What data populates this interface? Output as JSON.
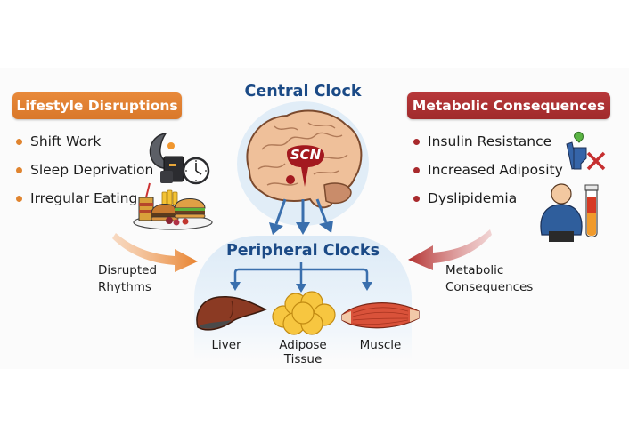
{
  "colors": {
    "lifestyle_accent": "#e0842f",
    "metabolic_accent": "#a8292c",
    "clock_blue": "#1b4a86",
    "arrow_blue": "#3a6fad",
    "scn_red": "#a3191f"
  },
  "lifestyle": {
    "title": "Lifestyle Disruptions",
    "items": [
      {
        "label": "Shift Work"
      },
      {
        "label": "Sleep Deprivation"
      },
      {
        "label": "Irregular Eating"
      }
    ],
    "icons": [
      "moon-clock-icon",
      "fast-food-icon"
    ]
  },
  "central": {
    "title": "Central Clock",
    "scn_label": "SCN",
    "icon": "brain-icon"
  },
  "metabolic": {
    "title": "Metabolic Consequences",
    "items": [
      {
        "label": "Insulin Resistance"
      },
      {
        "label": "Increased Adiposity"
      },
      {
        "label": "Dyslipidemia"
      }
    ],
    "icons": [
      "insulin-blocked-icon",
      "obese-person-icon",
      "blood-test-tube-icon"
    ]
  },
  "peripheral": {
    "title": "Peripheral Clocks",
    "organs": [
      {
        "label": "Liver",
        "icon": "liver-icon"
      },
      {
        "label": "Adipose\nTissue",
        "label_line1": "Adipose",
        "label_line2": "Tissue",
        "icon": "adipose-icon"
      },
      {
        "label": "Muscle",
        "icon": "muscle-icon"
      }
    ]
  },
  "flows": {
    "left_label_line1": "Disrupted",
    "left_label_line2": "Rhythms",
    "right_label_line1": "Metabolic",
    "right_label_line2": "Consequences"
  }
}
